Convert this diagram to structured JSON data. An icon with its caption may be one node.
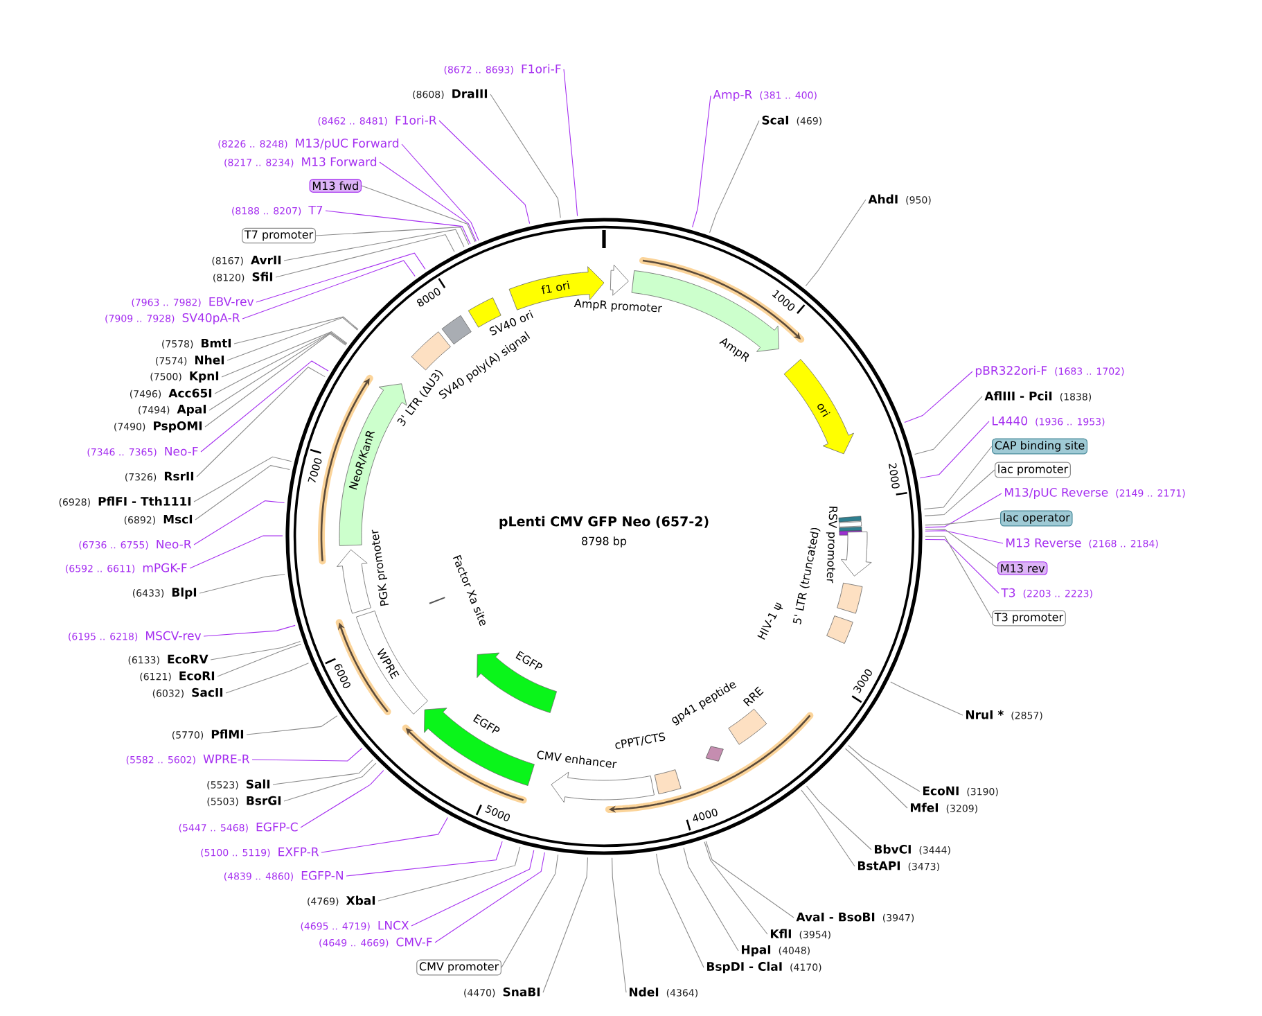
{
  "diagram": {
    "title": "pLenti CMV GFP Neo (657-2)",
    "nodes": [
      {
        "text": [
          "Amp-R",
          "(381 .. 400)"
        ]
      },
      {
        "text": [
          "ScaI",
          "(469)"
        ]
      },
      {
        "text": [
          "AhdI",
          "(950)"
        ]
      },
      {
        "text": [
          "pBR322ori-F",
          "(1683 .. 1702)"
        ]
      },
      {
        "text": [
          "AflIII - PciI",
          "(1838)"
        ]
      },
      {
        "text": [
          "L4440",
          "(1936 .. 1953)"
        ]
      },
      {
        "text": [
          "CAP binding site"
        ]
      },
      {
        "text": [
          "lac promoter"
        ]
      },
      {
        "text": [
          "M13/pUC Reverse",
          "(2149 .. 2171)"
        ]
      },
      {
        "text": [
          "lac operator"
        ]
      },
      {
        "text": [
          "M13 Reverse",
          "(2168 .. 2184)"
        ]
      },
      {
        "text": [
          "M13 rev"
        ]
      },
      {
        "text": [
          "T3",
          "(2203 .. 2223)"
        ]
      },
      {
        "text": [
          "T3 promoter"
        ]
      },
      {
        "text": [
          "NruI *",
          "(2857)"
        ]
      },
      {
        "text": [
          "EcoNI",
          "(3190)"
        ]
      },
      {
        "text": [
          "MfeI",
          "(3209)"
        ]
      },
      {
        "text": [
          "BbvCI",
          "(3444)"
        ]
      },
      {
        "text": [
          "BstAPI",
          "(3473)"
        ]
      },
      {
        "text": [
          "AvaI - BsoBI",
          "(3947)"
        ]
      },
      {
        "text": [
          "KflI",
          "(3954)"
        ]
      },
      {
        "text": [
          "HpaI",
          "(4048)"
        ]
      },
      {
        "text": [
          "BspDI - ClaI",
          "(4170)"
        ]
      },
      {
        "text": [
          "NdeI",
          "(4364)"
        ]
      },
      {
        "text": [
          "(4470)",
          "SnaBI"
        ]
      },
      {
        "text": [
          "CMV promoter"
        ]
      },
      {
        "text": [
          "(4649 .. 4669)",
          "CMV-F"
        ]
      },
      {
        "text": [
          "(4695 .. 4719)",
          "LNCX"
        ]
      },
      {
        "text": [
          "(4769)",
          "XbaI"
        ]
      },
      {
        "text": [
          "(4839 .. 4860)",
          "EGFP-N"
        ]
      },
      {
        "text": [
          "(5100 .. 5119)",
          "EXFP-R"
        ]
      },
      {
        "text": [
          "(5447 .. 5468)",
          "EGFP-C"
        ]
      },
      {
        "text": [
          "(5503)",
          "BsrGI"
        ]
      },
      {
        "text": [
          "(5523)",
          "SalI"
        ]
      },
      {
        "text": [
          "(5582 .. 5602)",
          "WPRE-R"
        ]
      },
      {
        "text": [
          "(5770)",
          "PflMI"
        ]
      },
      {
        "text": [
          "(6032)",
          "SacII"
        ]
      },
      {
        "text": [
          "(6121)",
          "EcoRI"
        ]
      },
      {
        "text": [
          "(6133)",
          "EcoRV"
        ]
      },
      {
        "text": [
          "(6195 .. 6218)",
          "MSCV-rev"
        ]
      },
      {
        "text": [
          "(6433)",
          "BlpI"
        ]
      },
      {
        "text": [
          "(6592 .. 6611)",
          "mPGK-F"
        ]
      },
      {
        "text": [
          "(6736 .. 6755)",
          "Neo-R"
        ]
      },
      {
        "text": [
          "(6892)",
          "MscI"
        ]
      },
      {
        "text": [
          "(6928)",
          "PflFI - Tth111I"
        ]
      },
      {
        "text": [
          "(7326)",
          "RsrII"
        ]
      },
      {
        "text": [
          "(7346 .. 7365)",
          "Neo-F"
        ]
      },
      {
        "text": [
          "(7490)",
          "PspOMI"
        ]
      },
      {
        "text": [
          "(7494)",
          "ApaI"
        ]
      },
      {
        "text": [
          "(7496)",
          "Acc65I"
        ]
      },
      {
        "text": [
          "(7500)",
          "KpnI"
        ]
      },
      {
        "text": [
          "(7574)",
          "NheI"
        ]
      },
      {
        "text": [
          "(7578)",
          "BmtI"
        ]
      },
      {
        "text": [
          "(7909 .. 7928)",
          "SV40pA-R"
        ]
      },
      {
        "text": [
          "(7963 .. 7982)",
          "EBV-rev"
        ]
      },
      {
        "text": [
          "(8120)",
          "SfiI"
        ]
      },
      {
        "text": [
          "(8167)",
          "AvrII"
        ]
      },
      {
        "text": [
          "T7 promoter"
        ]
      },
      {
        "text": [
          "(8188 .. 8207)",
          "T7"
        ]
      },
      {
        "text": [
          "M13 fwd"
        ]
      },
      {
        "text": [
          "(8217 .. 8234)",
          "M13 Forward"
        ]
      },
      {
        "text": [
          "(8226 .. 8248)",
          "M13/pUC Forward"
        ]
      },
      {
        "text": [
          "(8462 .. 8481)",
          "F1ori-R"
        ]
      },
      {
        "text": [
          "(8608)",
          "DraIII"
        ]
      },
      {
        "text": [
          "(8672 .. 8693)",
          "F1ori-F"
        ]
      },
      {
        "text": [],
        "shape": "arrow",
        "beside": [
          "AmpR promoter"
        ]
      },
      {
        "text": [],
        "shape": "arrow",
        "beside": [
          "AmpR"
        ]
      },
      {
        "text": [
          "ori"
        ]
      },
      {
        "text": [],
        "shape": "arrow",
        "beside": [
          "RSV promoter"
        ]
      },
      {
        "text": [],
        "shape": "box"
      },
      {
        "text": [],
        "shape": "box",
        "beside": [
          "HIV-1 ψ"
        ]
      },
      {
        "text": [],
        "shape": "box",
        "beside": [
          "RRE"
        ]
      },
      {
        "text": [],
        "shape": "diamond"
      },
      {
        "text": [],
        "shape": "box",
        "beside": [
          "cPPT/CTS"
        ]
      },
      {
        "text": [],
        "shape": "arrow",
        "beside": [
          "CMV enhancer"
        ]
      },
      {
        "text": [],
        "shape": "arrow",
        "beside": [
          "EGFP"
        ]
      },
      {
        "text": [],
        "shape": "arrow",
        "beside": [
          "EGFP"
        ]
      },
      {
        "text": [
          "Factor Xa site"
        ]
      },
      {
        "text": [
          "WPRE"
        ]
      },
      {
        "text": [],
        "shape": "arrow",
        "beside": [
          "PGK promoter"
        ]
      },
      {
        "text": [
          "NeoR/KanR"
        ]
      },
      {
        "text": [],
        "shape": "box",
        "beside": [
          "3' LTR (ΔU3)"
        ]
      },
      {
        "text": [],
        "shape": "box",
        "beside": [
          "SV40 poly(A) signal"
        ]
      },
      {
        "text": [],
        "shape": "box",
        "beside": [
          "SV40 ori"
        ]
      },
      {
        "text": [
          "f1 ori"
        ]
      }
    ],
    "edges": [
      {
        "from": 0,
        "to": null,
        "arrow": "none",
        "color": "#a52ff0"
      },
      {
        "from": 1,
        "to": null,
        "arrow": "none"
      },
      {
        "from": 2,
        "to": null,
        "arrow": "none"
      },
      {
        "from": 3,
        "to": null,
        "arrow": "none",
        "color": "#a52ff0"
      },
      {
        "from": 4,
        "to": null,
        "arrow": "none"
      },
      {
        "from": 5,
        "to": null,
        "arrow": "none",
        "color": "#a52ff0"
      },
      {
        "from": 6,
        "to": null,
        "arrow": "none"
      },
      {
        "from": 7,
        "to": null,
        "arrow": "none"
      },
      {
        "from": 8,
        "to": null,
        "arrow": "none",
        "color": "#a52ff0"
      },
      {
        "from": 9,
        "to": null,
        "arrow": "none"
      },
      {
        "from": 10,
        "to": null,
        "arrow": "none",
        "color": "#a52ff0"
      },
      {
        "from": 11,
        "to": null,
        "arrow": "none"
      },
      {
        "from": 12,
        "to": null,
        "arrow": "none",
        "color": "#a52ff0"
      },
      {
        "from": 13,
        "to": null,
        "arrow": "none"
      },
      {
        "from": 14,
        "to": null,
        "arrow": "none"
      },
      {
        "from": 15,
        "to": null,
        "arrow": "none"
      },
      {
        "from": 16,
        "to": null,
        "arrow": "none"
      },
      {
        "from": 17,
        "to": null,
        "arrow": "none"
      },
      {
        "from": 18,
        "to": null,
        "arrow": "none"
      },
      {
        "from": 19,
        "to": null,
        "arrow": "none"
      },
      {
        "from": 20,
        "to": null,
        "arrow": "none"
      },
      {
        "from": 21,
        "to": null,
        "arrow": "none"
      },
      {
        "from": 22,
        "to": null,
        "arrow": "none"
      },
      {
        "from": 23,
        "to": null,
        "arrow": "none"
      },
      {
        "from": 24,
        "to": null,
        "arrow": "none"
      },
      {
        "from": 25,
        "to": null,
        "arrow": "none"
      },
      {
        "from": 26,
        "to": null,
        "arrow": "none",
        "color": "#a52ff0"
      },
      {
        "from": 27,
        "to": null,
        "arrow": "none",
        "color": "#a52ff0"
      },
      {
        "from": 28,
        "to": null,
        "arrow": "none"
      },
      {
        "from": 29,
        "to": null,
        "arrow": "none",
        "color": "#a52ff0"
      },
      {
        "from": 30,
        "to": null,
        "arrow": "none",
        "color": "#a52ff0"
      },
      {
        "from": 31,
        "to": null,
        "arrow": "none",
        "color": "#a52ff0"
      },
      {
        "from": 32,
        "to": null,
        "arrow": "none"
      },
      {
        "from": 33,
        "to": null,
        "arrow": "none"
      },
      {
        "from": 34,
        "to": null,
        "arrow": "none",
        "color": "#a52ff0"
      },
      {
        "from": 35,
        "to": null,
        "arrow": "none"
      },
      {
        "from": 36,
        "to": null,
        "arrow": "none"
      },
      {
        "from": 37,
        "to": null,
        "arrow": "none"
      },
      {
        "from": 38,
        "to": null,
        "arrow": "none"
      },
      {
        "from": 39,
        "to": null,
        "arrow": "none",
        "color": "#a52ff0"
      },
      {
        "from": 40,
        "to": null,
        "arrow": "none"
      },
      {
        "from": 41,
        "to": null,
        "arrow": "none",
        "color": "#a52ff0"
      },
      {
        "from": 42,
        "to": null,
        "arrow": "none",
        "color": "#a52ff0"
      },
      {
        "from": 43,
        "to": null,
        "arrow": "none"
      },
      {
        "from": 44,
        "to": null,
        "arrow": "none"
      },
      {
        "from": 45,
        "to": null,
        "arrow": "none"
      },
      {
        "from": 46,
        "to": null,
        "arrow": "none",
        "color": "#a52ff0"
      },
      {
        "from": 47,
        "to": null,
        "arrow": "none"
      },
      {
        "from": 48,
        "to": null,
        "arrow": "none"
      },
      {
        "from": 49,
        "to": null,
        "arrow": "none"
      },
      {
        "from": 50,
        "to": null,
        "arrow": "none"
      },
      {
        "from": 51,
        "to": null,
        "arrow": "none"
      },
      {
        "from": 52,
        "to": null,
        "arrow": "none"
      },
      {
        "from": 53,
        "to": null,
        "arrow": "none",
        "color": "#a52ff0"
      },
      {
        "from": 54,
        "to": null,
        "arrow": "none",
        "color": "#a52ff0"
      },
      {
        "from": 55,
        "to": null,
        "arrow": "none"
      },
      {
        "from": 56,
        "to": null,
        "arrow": "none"
      },
      {
        "from": 57,
        "to": null,
        "arrow": "none"
      },
      {
        "from": 58,
        "to": null,
        "arrow": "none",
        "color": "#a52ff0"
      },
      {
        "from": 59,
        "to": null,
        "arrow": "none"
      },
      {
        "from": 60,
        "to": null,
        "arrow": "none",
        "color": "#a52ff0"
      },
      {
        "from": 61,
        "to": null,
        "arrow": "none",
        "color": "#a52ff0"
      },
      {
        "from": 62,
        "to": null,
        "arrow": "none",
        "color": "#a52ff0"
      },
      {
        "from": 63,
        "to": null,
        "arrow": "none"
      },
      {
        "from": 64,
        "to": null,
        "arrow": "none",
        "color": "#a52ff0"
      }
    ],
    "labels": [
      "8798 bp",
      "1000",
      "2000",
      "3000",
      "4000",
      "5000",
      "6000",
      "7000",
      "8000",
      "5' LTR (truncated)",
      "gp41 peptide"
    ]
  }
}
